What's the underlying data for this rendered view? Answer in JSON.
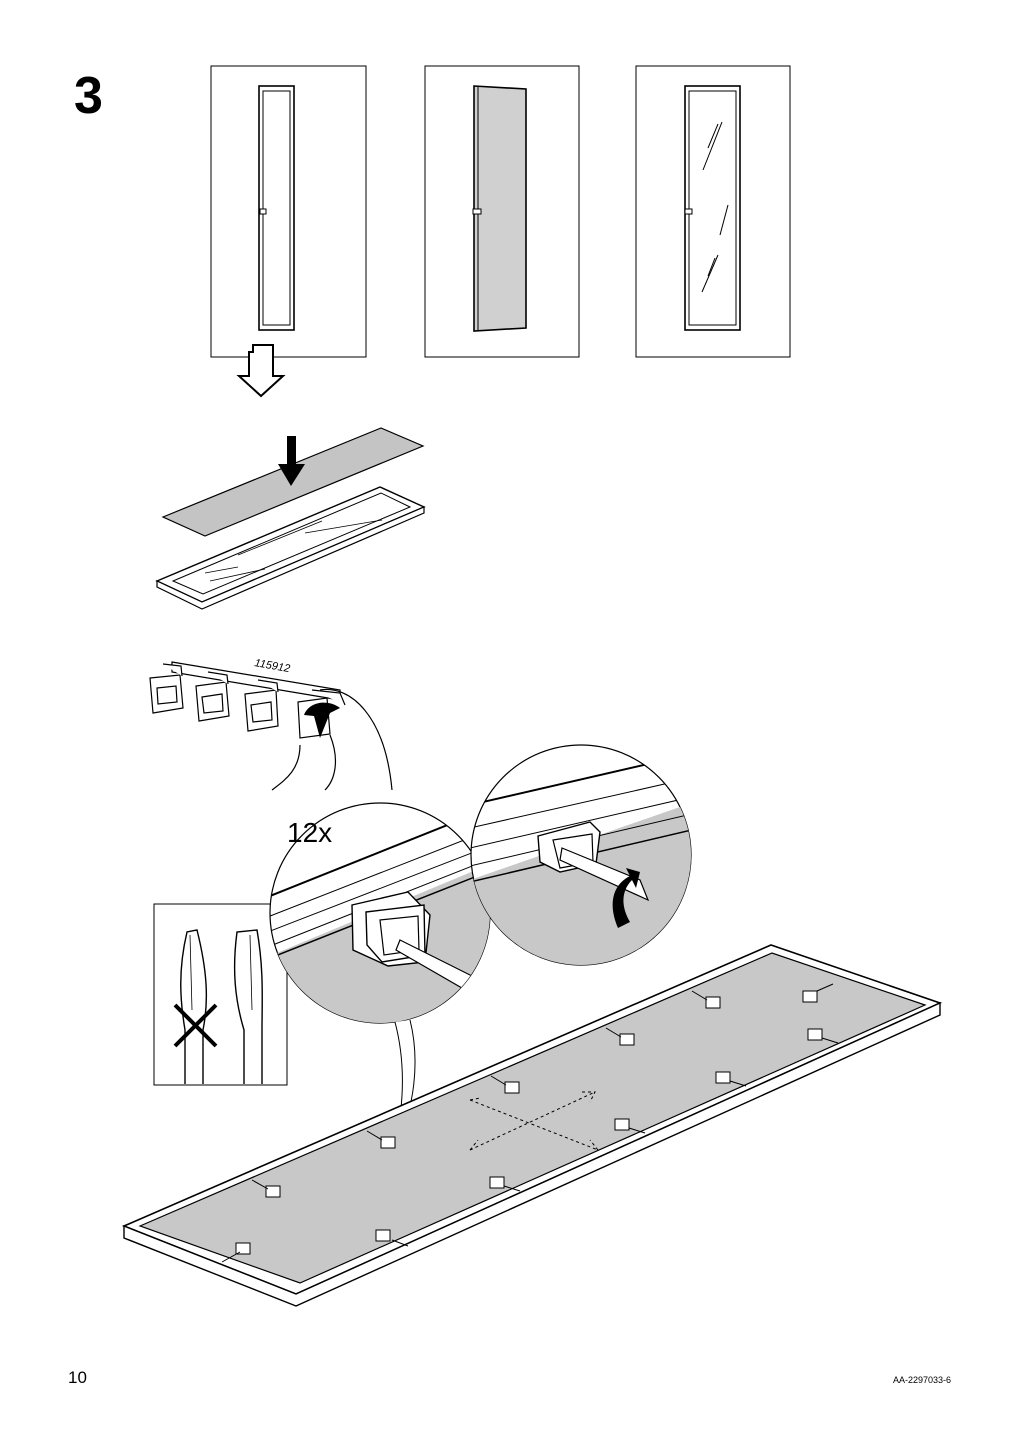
{
  "step": {
    "number": "3"
  },
  "part": {
    "number": "115912"
  },
  "quantity": {
    "label": "12x"
  },
  "footer": {
    "page_number": "10",
    "doc_code": "AA-2297033-6"
  },
  "options": [
    {
      "name": "mirror-door-option"
    },
    {
      "name": "panel-door-option"
    },
    {
      "name": "glass-door-option"
    }
  ],
  "colors": {
    "line": "#000000",
    "panel_fill": "#c8c8c8",
    "background": "#ffffff"
  }
}
